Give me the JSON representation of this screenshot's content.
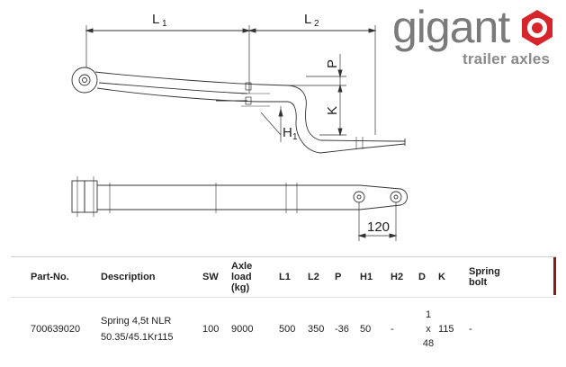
{
  "brand": {
    "name": "gigant",
    "tagline": "trailer axles",
    "color": "#d7262b"
  },
  "drawing": {
    "dim_l1": "L",
    "dim_l1_sub": "1",
    "dim_l2": "L",
    "dim_l2_sub": "2",
    "dim_p": "P",
    "dim_k": "K",
    "dim_h1": "H",
    "dim_h1_sub": "1",
    "dim_120": "120"
  },
  "table": {
    "headers": {
      "part_no": "Part-No.",
      "description": "Description",
      "sw": "SW",
      "axle_load_1": "Axle",
      "axle_load_2": "load",
      "axle_load_3": "(kg)",
      "l1": "L1",
      "l2": "L2",
      "p": "P",
      "h1": "H1",
      "h2": "H2",
      "d": "D",
      "k": "K",
      "spring_bolt_1": "Spring",
      "spring_bolt_2": "bolt"
    },
    "rows": [
      {
        "part_no": "700639020",
        "description_1": "Spring 4,5t NLR",
        "description_2": "50.35/45.1Kr115",
        "sw": "100",
        "axle_load": "9000",
        "l1": "500",
        "l2": "350",
        "p": "-36",
        "h1": "50",
        "h2": "-",
        "d_1": "1",
        "d_2": "x",
        "d_3": "48",
        "k": "115",
        "spring_bolt": "-"
      }
    ]
  }
}
